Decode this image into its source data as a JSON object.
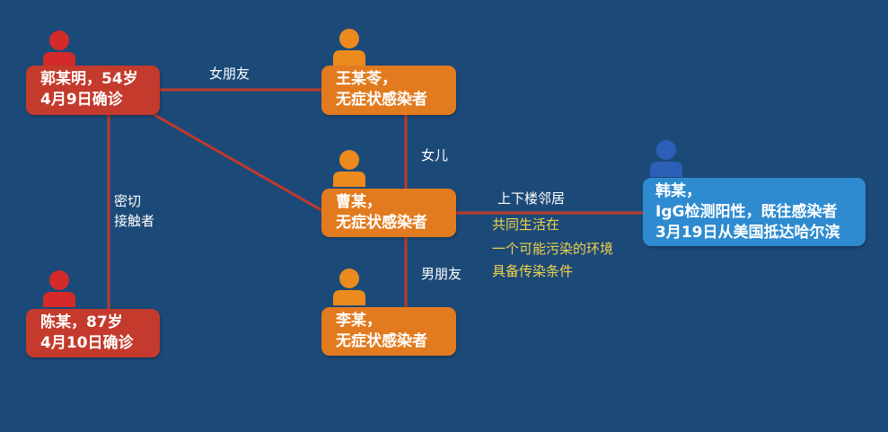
{
  "colors": {
    "background": "#1c4a78",
    "confirmed": "#c43a2c",
    "asymptomatic": "#e27b1f",
    "source": "#2e8bd0",
    "line": "#c0392b",
    "note": "#f0d24a"
  },
  "nodes": {
    "guo": {
      "line1": "郭某明，54岁",
      "line2": "4月9日确诊"
    },
    "wang": {
      "line1": "王某苓，",
      "line2": "无症状感染者"
    },
    "cao": {
      "line1": "曹某，",
      "line2": "无症状感染者"
    },
    "li": {
      "line1": "李某，",
      "line2": "无症状感染者"
    },
    "chen": {
      "line1": "陈某，87岁",
      "line2": "4月10日确诊"
    },
    "han": {
      "line1": "韩某，",
      "line2": "IgG检测阳性，既往感染者",
      "line3": "3月19日从美国抵达哈尔滨"
    }
  },
  "relations": {
    "girlfriend": "女朋友",
    "daughter": "女儿",
    "close_contact_1": "密切",
    "close_contact_2": "接触者",
    "neighbor": "上下楼邻居",
    "boyfriend": "男朋友"
  },
  "notes": [
    "共同生活在",
    "一个可能污染的环境",
    "具备传染条件"
  ],
  "icons": {
    "guo": "person-red-icon",
    "chen": "person-red-icon",
    "wang": "person-orange-icon",
    "cao": "person-orange-icon",
    "li": "person-orange-icon",
    "han": "person-blue-icon"
  }
}
